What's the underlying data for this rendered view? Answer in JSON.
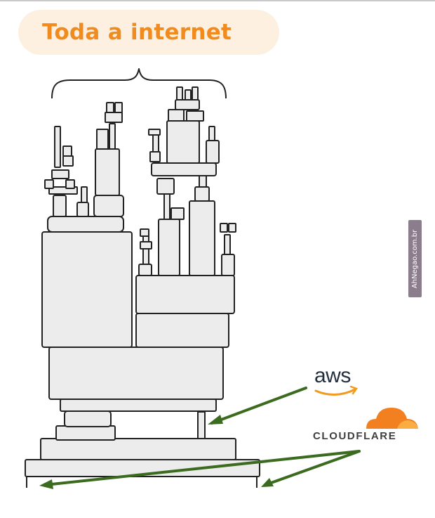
{
  "title": "Toda a internet",
  "watermark": "AhNegao.com.br",
  "labels": {
    "aws": "aws",
    "cloudflare": "CLOUDFLARE"
  },
  "colors": {
    "title": "#f28b1e",
    "title_background": "#fdf0e1",
    "arrow": "#3a6b1f",
    "block_fill": "#ececec",
    "outline": "#222222",
    "aws_smile": "#f29a1f",
    "cloudflare_cloud": "#f38020"
  },
  "icons": [
    "aws-logo-icon",
    "cloudflare-cloud-icon",
    "curly-brace-icon"
  ]
}
